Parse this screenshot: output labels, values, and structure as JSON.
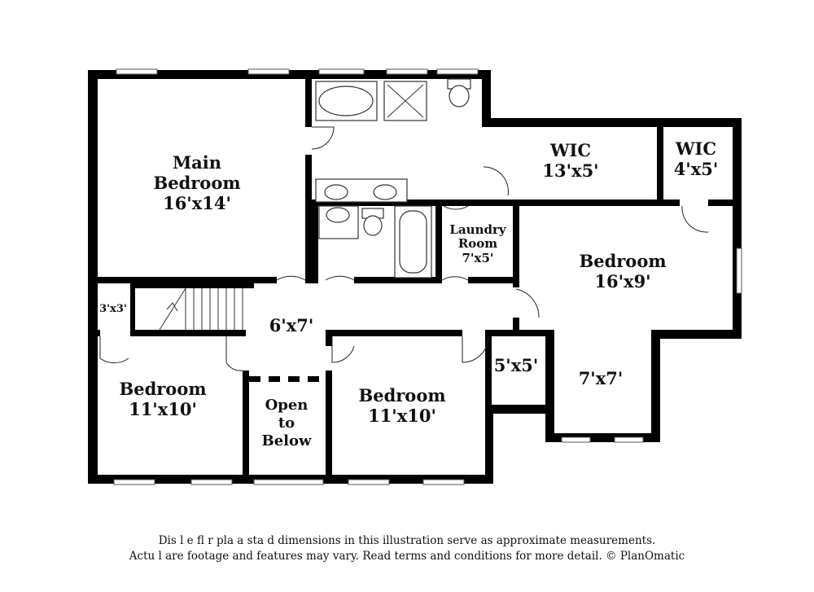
{
  "rooms": {
    "main_bedroom": {
      "name": "Main\nBedroom",
      "line1": "Main",
      "line2": "Bedroom",
      "size": "16'x14'"
    },
    "wic_1": {
      "name": "WIC",
      "size": "13'x5'"
    },
    "wic_2": {
      "name": "WIC",
      "size": "4'x5'"
    },
    "laundry": {
      "line1": "Laundry",
      "line2": "Room",
      "size": "7'x5'"
    },
    "bedroom_east": {
      "name": "Bedroom",
      "size": "16'x9'"
    },
    "closet_small": {
      "size": "3'x3'"
    },
    "hall": {
      "size": "6'x7'"
    },
    "closet_5x5": {
      "size": "5'x5'"
    },
    "nook": {
      "size": "7'x7'"
    },
    "bedroom_sw": {
      "name": "Bedroom",
      "size": "11'x10'"
    },
    "open_below": {
      "line1": "Open",
      "line2": "to",
      "line3": "Below"
    },
    "bedroom_s": {
      "name": "Bedroom",
      "size": "11'x10'"
    }
  },
  "disclaimer": {
    "line1": "Dis                    l e fl   r pla  a    sta    d dimensions in this illustration serve as approximate measurements.",
    "line2": "Actu    l        are footage and features may vary. Read terms and conditions for more detail. © PlanOmatic"
  }
}
